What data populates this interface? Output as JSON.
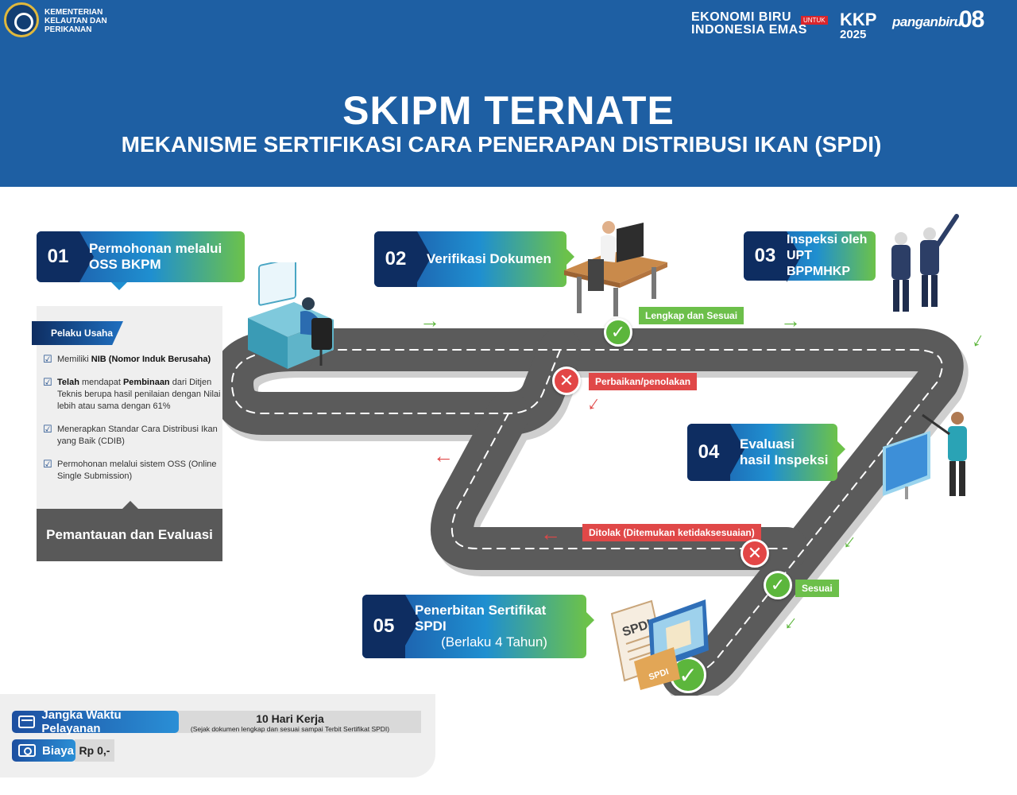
{
  "header": {
    "ministry_lines": [
      "KEMENTERIAN",
      "KELAUTAN DAN",
      "PERIKANAN"
    ],
    "partners": {
      "ekonomi_line1": "EKONOMI BIRU",
      "ekonomi_line2": "INDONESIA EMAS",
      "untuk": "UNTUK",
      "kkp_line1": "KKP",
      "kkp_line2": "2025",
      "panganbiru": "panganbiru",
      "growth": "08"
    },
    "title": "SKIPM TERNATE",
    "subtitle": "MEKANISME SERTIFIKASI CARA PENERAPAN DISTRIBUSI IKAN (SPDI)"
  },
  "steps": [
    {
      "num": "01",
      "line1": "Permohonan melalui",
      "line2": "OSS BKPM"
    },
    {
      "num": "02",
      "line1": "Verifikasi Dokumen",
      "line2": ""
    },
    {
      "num": "03",
      "line1": "Inspeksi oleh",
      "line2": "UPT BPPMHKP"
    },
    {
      "num": "04",
      "line1": "Evaluasi",
      "line2": "hasil Inspeksi"
    },
    {
      "num": "05",
      "line1": "Penerbitan Sertifikat SPDI",
      "line2": "(Berlaku 4 Tahun)"
    }
  ],
  "requirements": {
    "tag": "Pelaku Usaha",
    "items": [
      {
        "parts": [
          [
            "",
            "Memiliki "
          ],
          [
            "b",
            "NIB (Nomor Induk Berusaha)"
          ]
        ]
      },
      {
        "parts": [
          [
            "b",
            "Telah"
          ],
          [
            "",
            " mendapat "
          ],
          [
            "b",
            "Pembinaan"
          ],
          [
            "",
            " dari Ditjen Teknis berupa hasil penilaian dengan Nilai lebih atau sama dengan 61%"
          ]
        ]
      },
      {
        "parts": [
          [
            "",
            "Menerapkan Standar Cara Distribusi Ikan yang Baik (CDIB)"
          ]
        ]
      },
      {
        "parts": [
          [
            "",
            "Permohonan melalui sistem OSS (Online Single Submission)"
          ]
        ]
      }
    ],
    "monitoring": "Pemantauan dan Evaluasi"
  },
  "statuses": {
    "lengkap": "Lengkap dan Sesuai",
    "perbaikan": "Perbaikan/penolakan",
    "ditolak": "Ditolak (Ditemukan ketidaksesuaian)",
    "sesuai": "Sesuai"
  },
  "illustration_labels": {
    "spdi_doc": "SPDI",
    "spdi_folder": "SPDI"
  },
  "info": {
    "duration_label": "Jangka Waktu Pelayanan",
    "duration_value": "10 Hari Kerja",
    "duration_note": "(Sejak dokumen lengkap dan sesuai sampai Terbit Sertifikat SPDI)",
    "cost_label": "Biaya",
    "cost_value": "Rp 0,-"
  },
  "colors": {
    "header_blue": "#1e5fa3",
    "navy": "#0e2d61",
    "green": "#6cbf4a",
    "red": "#e04848",
    "road": "#5b5b5b"
  }
}
